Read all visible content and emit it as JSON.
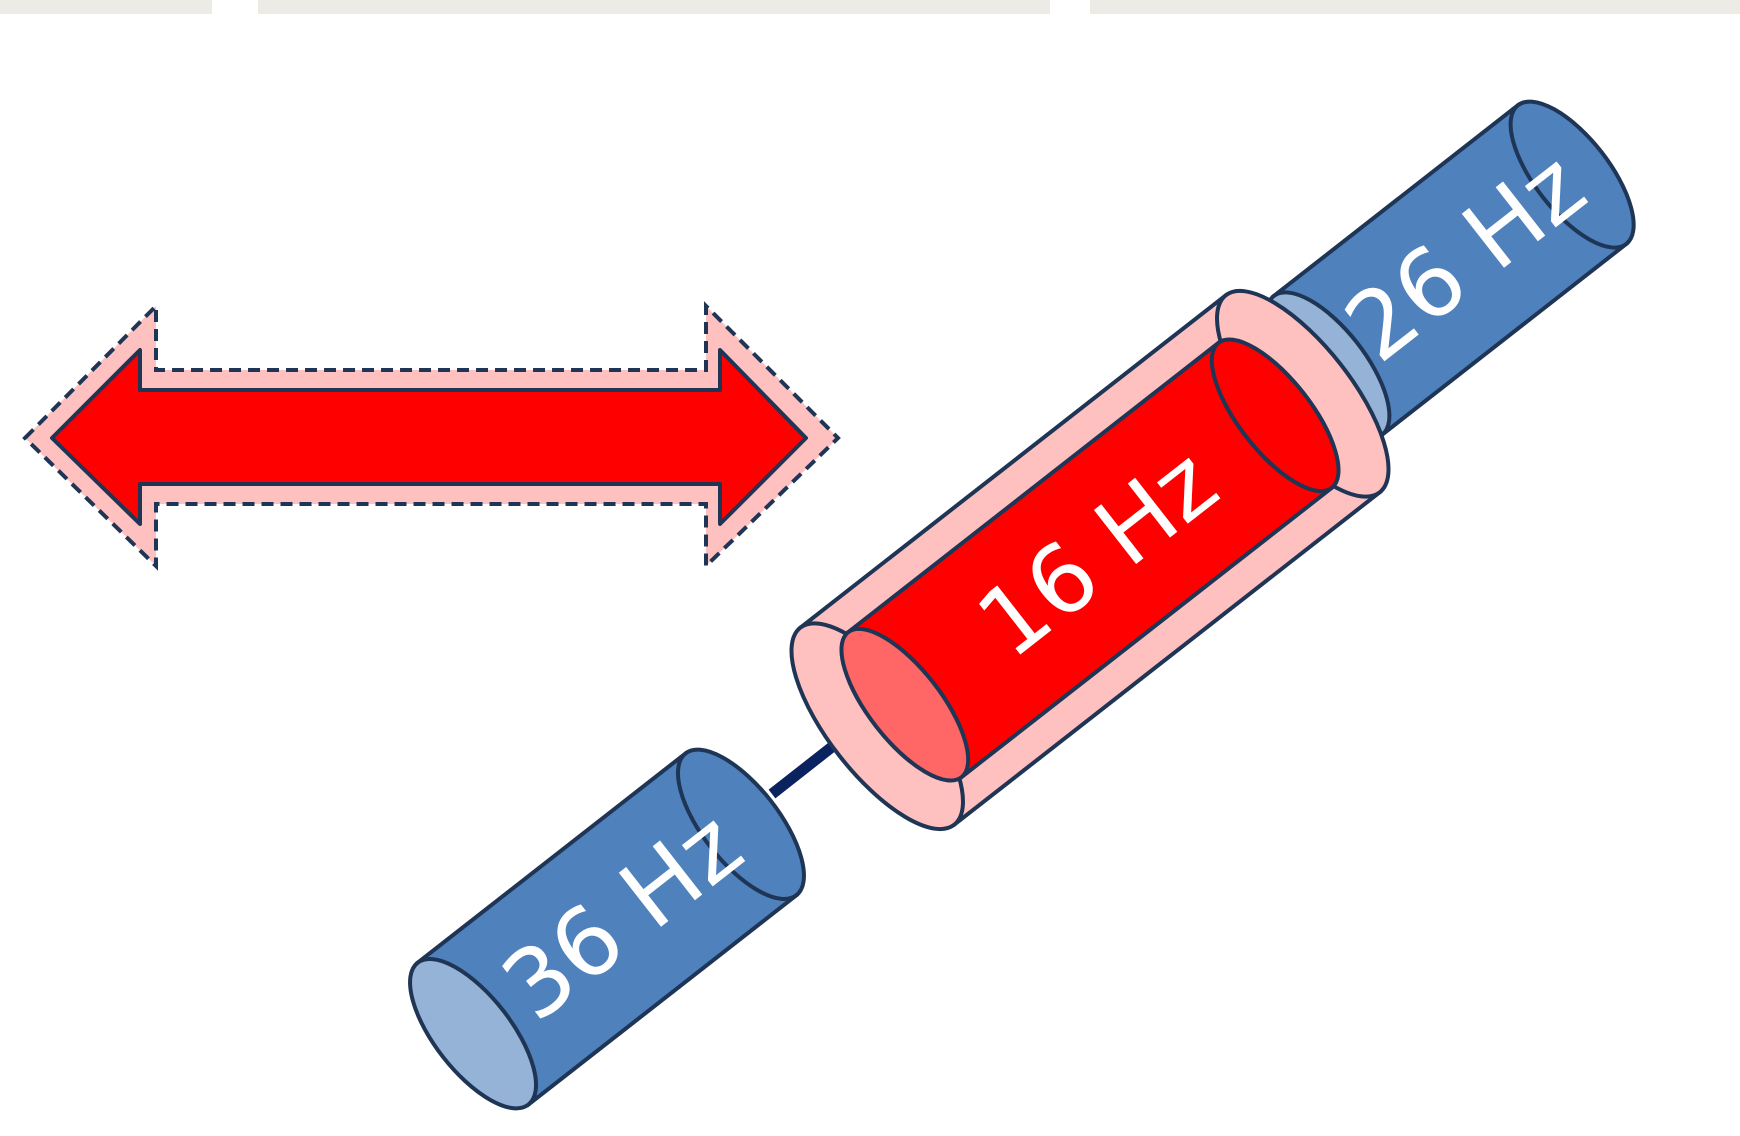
{
  "cylinders": [
    {
      "id": "top",
      "label": "26 Hz",
      "color": "#4f81bd"
    },
    {
      "id": "middle",
      "label": "16 Hz",
      "color": "#ff0000",
      "sleeve_color": "#ffc0c0"
    },
    {
      "id": "bottom",
      "label": "36 Hz",
      "color": "#4f81bd"
    }
  ],
  "arrow": {
    "fill": "#ff0000",
    "halo": "#ffc0c0"
  },
  "axis_color": "#0a2260"
}
